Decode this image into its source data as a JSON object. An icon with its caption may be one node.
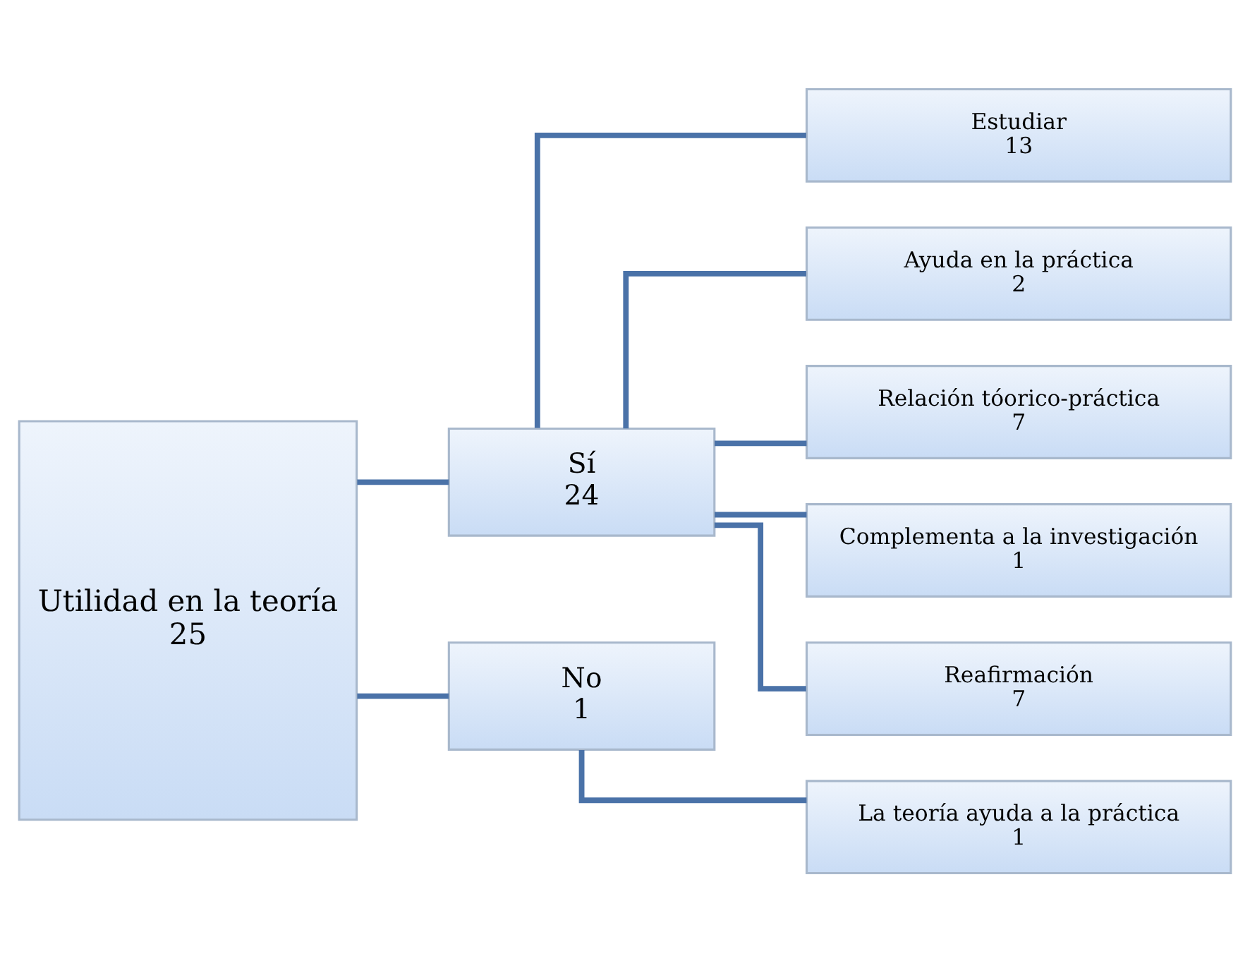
{
  "diagram": {
    "nodes": [
      {
        "text": [
          "Utilidad en la teoría",
          "25"
        ]
      },
      {
        "text": [
          "Sí",
          "24"
        ]
      },
      {
        "text": [
          "No",
          "1"
        ]
      },
      {
        "text": [
          "Estudiar",
          "13"
        ]
      },
      {
        "text": [
          "Ayuda en la práctica",
          "2"
        ]
      },
      {
        "text": [
          "Relación tóorico-práctica",
          "7"
        ]
      },
      {
        "text": [
          "Complementa a la investigación",
          "1"
        ]
      },
      {
        "text": [
          "Reafirmación",
          "7"
        ]
      },
      {
        "text": [
          "La teoría ayuda a la práctica",
          "1"
        ]
      }
    ],
    "edges": [
      {
        "from": 0,
        "to": 1,
        "arrow": "none"
      },
      {
        "from": 0,
        "to": 2,
        "arrow": "none"
      },
      {
        "from": 1,
        "to": 3,
        "arrow": "none"
      },
      {
        "from": 1,
        "to": 4,
        "arrow": "none"
      },
      {
        "from": 1,
        "to": 5,
        "arrow": "none"
      },
      {
        "from": 1,
        "to": 6,
        "arrow": "none"
      },
      {
        "from": 1,
        "to": 7,
        "arrow": "none"
      },
      {
        "from": 2,
        "to": 8,
        "arrow": "none"
      }
    ]
  }
}
